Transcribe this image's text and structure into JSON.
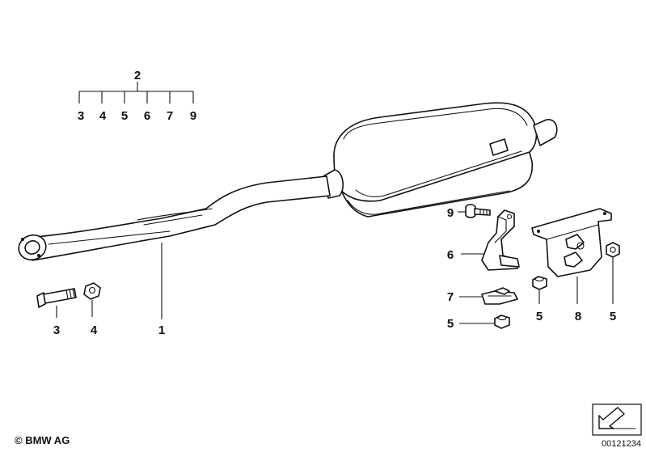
{
  "callouts": {
    "group_label": "2",
    "group_items": [
      "3",
      "4",
      "5",
      "6",
      "7",
      "9"
    ],
    "pipe": "1",
    "bolt": "3",
    "nut": "4",
    "bracket_bolt": "9",
    "bracket": "6",
    "clamp": "7",
    "nut_lower": "5",
    "nut_mid": "5",
    "mount": "8",
    "nut_right": "5"
  },
  "footer": {
    "copyright": "© BMW AG",
    "image_number": "00121234"
  },
  "icons": [
    "direction-arrow-icon"
  ]
}
